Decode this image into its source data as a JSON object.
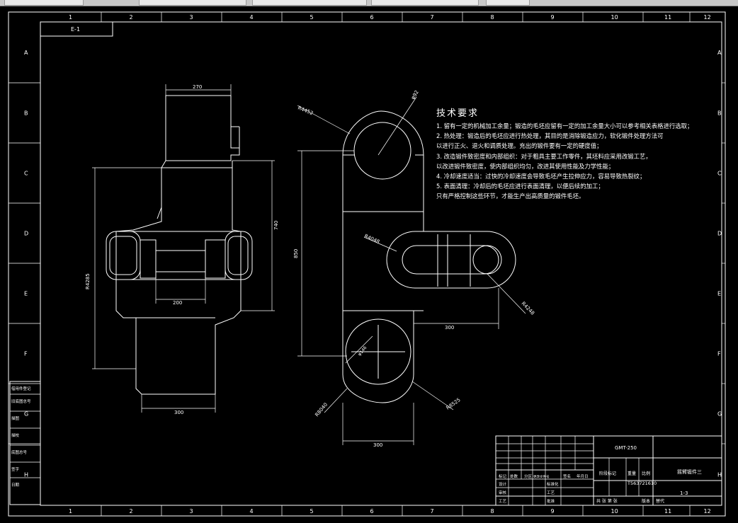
{
  "col_labels": [
    "1",
    "2",
    "3",
    "4",
    "5",
    "6",
    "7",
    "8",
    "9",
    "10",
    "11",
    "12"
  ],
  "row_labels": [
    "A",
    "B",
    "C",
    "D",
    "E",
    "F",
    "G",
    "H"
  ],
  "drawing_no_tag": "E-1",
  "tech_requirements": {
    "title": "技术要求",
    "lines": [
      "1. 留有一定的机械加工余量；锻造的毛坯应留有一定的加工余量大小可以参考相关表格进行选取；",
      "2. 热处理：锻造后的毛坯应进行热处理，其目的是消除锻造应力，软化锻件处理方法可",
      "以进行正火、退火和调质处理。充出的锻件要有一定的硬度值；",
      "3. 改造锻件致密度和内部组织：对于粗具主要工作零件，其坯料应采用改锻工艺，",
      "以改进锻件致密度，使内部组织均匀，改进其使用性能及力学性能；",
      "4. 冷却速度适当：过快的冷却速度会导致毛坯产生拉伸应力，容易导致热裂纹；",
      "5. 表面清理：冷却后的毛坯应进行表面清理，以便后续的加工；",
      "只有严格控制这些环节，才能生产出高质量的锻件毛坯。"
    ]
  },
  "dimensions": {
    "left_top_width": "270",
    "left_total_height": "R4285",
    "left_right_height": "740",
    "left_mid_width": "200",
    "left_bottom_width": "300",
    "right_top_radius": "R4452",
    "right_top_dia": "φ92",
    "right_total_height": "850",
    "right_arm_radius": "R4048",
    "right_arm_dia": "R4248",
    "right_arm_len": "300",
    "right_bottom_dia": "φ146",
    "right_bottom_r1": "R8040",
    "right_bottom_r2": "R8525",
    "right_bottom_width": "300"
  },
  "side_table": [
    "借用件登记",
    "旧底图总号",
    "描图",
    "描校",
    "底图总号",
    "签字",
    "日期"
  ],
  "title_block": {
    "part_code": "GMT-250",
    "part_name": "摇臂锻件三",
    "sheet": "1-3",
    "drawing_number": "T563721610",
    "scale_header": "阶段标记",
    "weight_header": "重量",
    "ratio_header": "比例",
    "row_labels": [
      "标记",
      "处数",
      "分区",
      "更改文件号",
      "签名",
      "年月日"
    ],
    "left_labels": [
      "设计",
      "审核",
      "工艺"
    ],
    "mid_labels": [
      "标准化",
      "工艺",
      "批准"
    ],
    "bottom_left": "共 张 第 张",
    "bottom_mid": "版本",
    "bottom_right": "替代"
  }
}
